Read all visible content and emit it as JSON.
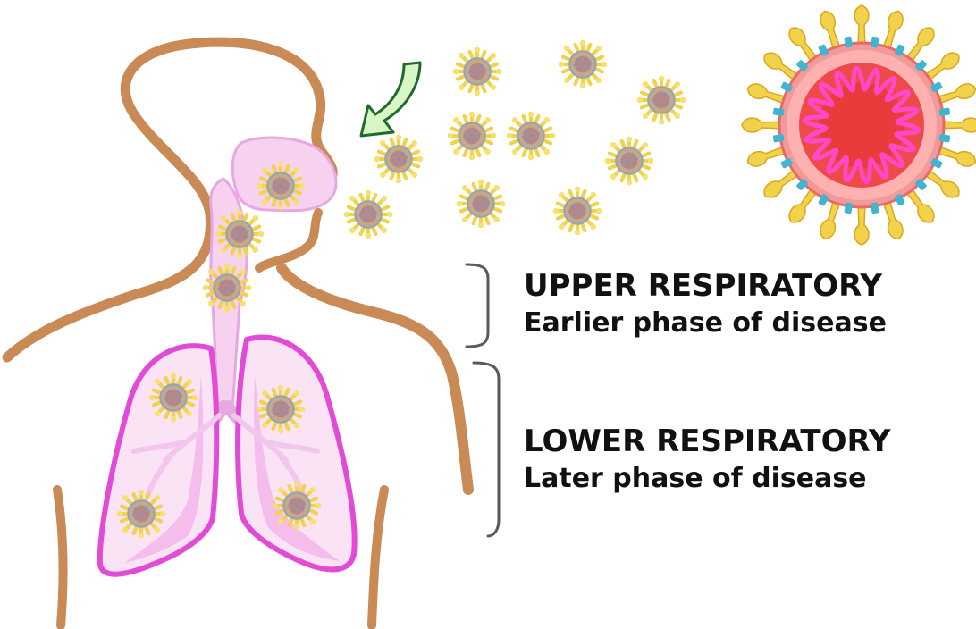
{
  "labels": {
    "upper": {
      "title": "UPPER RESPIRATORY",
      "subtitle": "Earlier phase of disease"
    },
    "lower": {
      "title": "LOWER RESPIRATORY",
      "subtitle": "Later phase of disease"
    }
  },
  "colors": {
    "skin_outline": "#c98a55",
    "airway_fill": "#f6d2f0",
    "airway_stroke": "#e6a8e0",
    "lung_stroke": "#e24bd6",
    "lung_fill": "#f7c9ef",
    "virus_spike": "#f2d24a",
    "virus_core": "#ef4a4a",
    "virus_membrane": "#ff49c8",
    "virus_receptor": "#3fb6d1",
    "arrow_fill": "#d9f7c5",
    "arrow_stroke": "#1f6a2a",
    "bracket": "#555b5f",
    "text": "#111111"
  }
}
